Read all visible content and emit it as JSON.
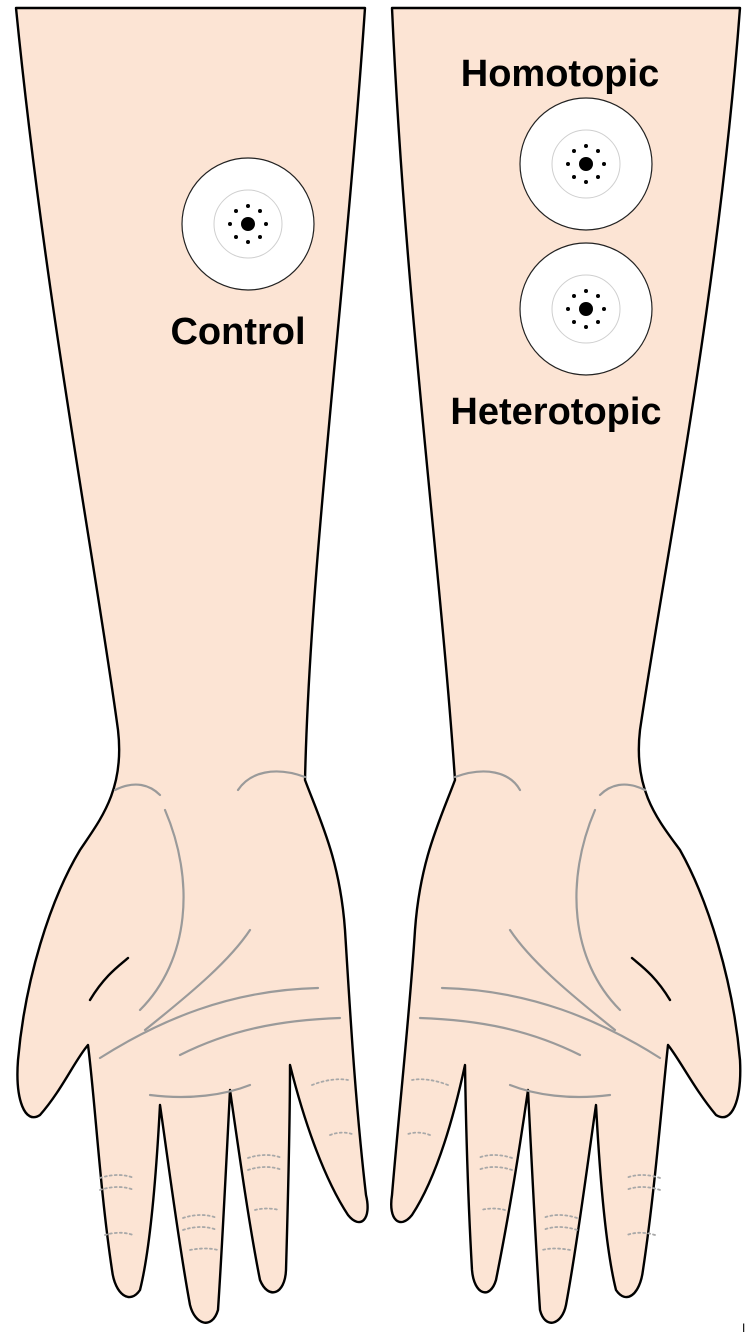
{
  "labels": {
    "control": "Control",
    "homotopic": "Homotopic",
    "heterotopic": "Heterotopic"
  },
  "corner_mark": "I",
  "colors": {
    "skin": "#fce4d4",
    "outline": "#000000",
    "crease": "#9a9a9a",
    "pad": "#ffffff"
  }
}
